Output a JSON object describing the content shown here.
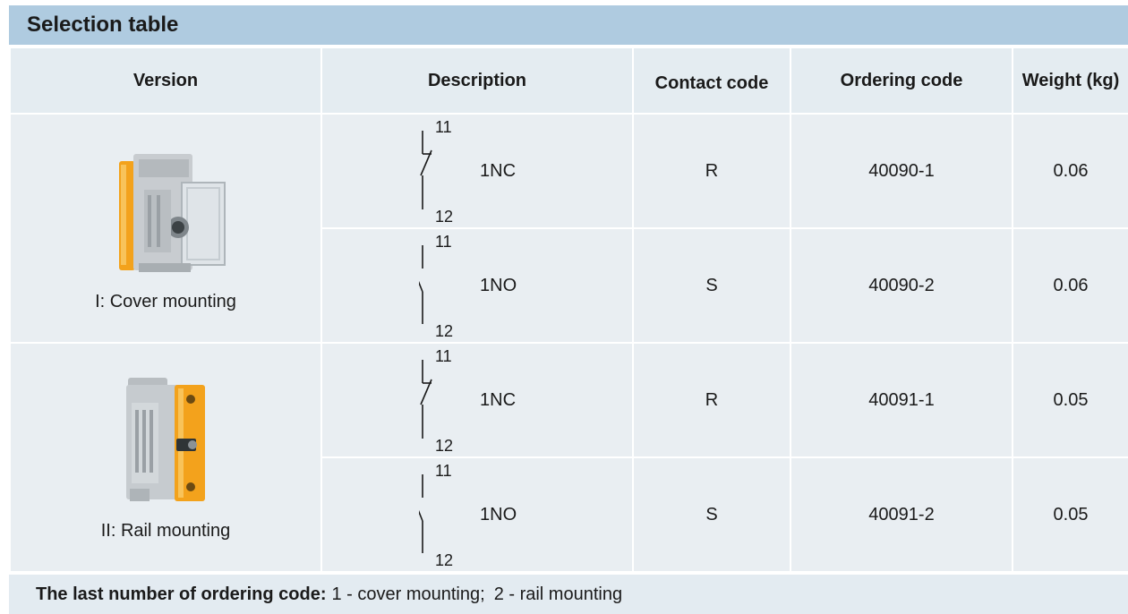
{
  "title": "Selection table",
  "columns": [
    "Version",
    "Description",
    "Contact code",
    "Ordering code",
    "Weight (kg)"
  ],
  "versions": [
    {
      "label": "I: Cover mounting",
      "image": "cover-mounting-contact-block",
      "rows": [
        {
          "term_top": "11",
          "term_bottom": "12",
          "symbol": "nc-contact-icon",
          "type": "1NC",
          "contact_code": "R",
          "ordering_code": "40090-1",
          "weight": "0.06"
        },
        {
          "term_top": "11",
          "term_bottom": "12",
          "symbol": "no-contact-icon",
          "type": "1NO",
          "contact_code": "S",
          "ordering_code": "40090-2",
          "weight": "0.06"
        }
      ]
    },
    {
      "label": "II: Rail mounting",
      "image": "rail-mounting-contact-block",
      "rows": [
        {
          "term_top": "11",
          "term_bottom": "12",
          "symbol": "nc-contact-icon",
          "type": "1NC",
          "contact_code": "R",
          "ordering_code": "40091-1",
          "weight": "0.05"
        },
        {
          "term_top": "11",
          "term_bottom": "12",
          "symbol": "no-contact-icon",
          "type": "1NO",
          "contact_code": "S",
          "ordering_code": "40091-2",
          "weight": "0.05"
        }
      ]
    }
  ],
  "footer": {
    "label": "The last number of ordering code:",
    "note_1": "1 - cover mounting;",
    "note_2": "2 - rail mounting"
  },
  "colors": {
    "header_bar": "#afcbe0",
    "cell_bg": "#e9eef2",
    "accent_orange": "#f3a21c"
  }
}
